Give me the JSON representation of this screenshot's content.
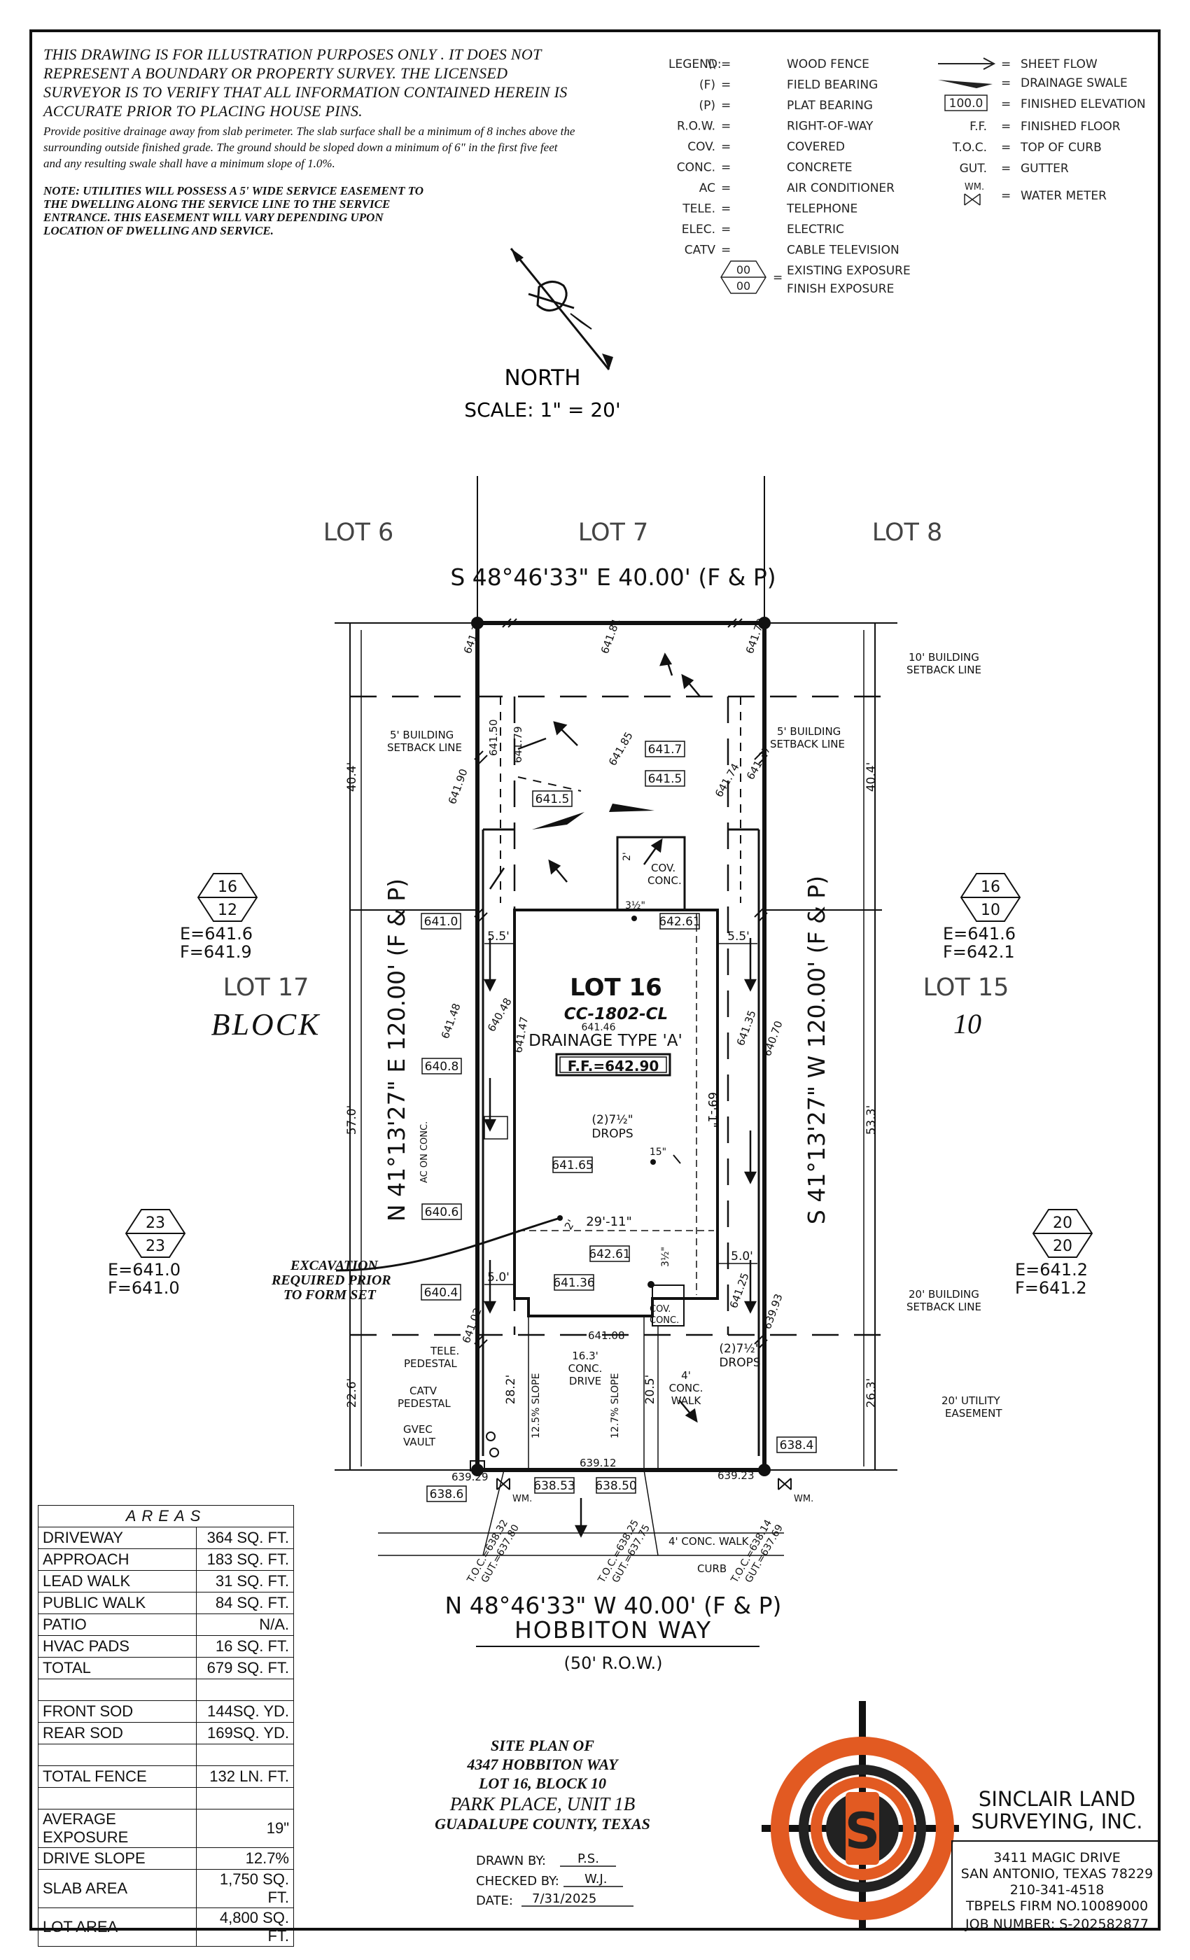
{
  "notes": {
    "disclaimer": "THIS DRAWING IS FOR ILLUSTRATION PURPOSES ONLY . IT DOES NOT REPRESENT A BOUNDARY OR PROPERTY SURVEY. THE LICENSED SURVEYOR IS TO VERIFY THAT ALL INFORMATION CONTAINED HEREIN IS ACCURATE PRIOR TO PLACING HOUSE PINS.",
    "drainage": "Provide positive drainage away from slab perimeter. The slab surface shall be a minimum of 8 inches above the surrounding outside finished grade. The ground should be sloped down a minimum of 6\" in the first five feet and any resulting swale shall have a minimum slope of 1.0%.",
    "utilities": "NOTE: UTILITIES WILL POSSESS A 5' WIDE SERVICE EASEMENT TO THE DWELLING ALONG THE SERVICE LINE TO THE SERVICE ENTRANCE. THIS EASEMENT WILL VARY DEPENDING UPON LOCATION OF DWELLING AND SERVICE."
  },
  "legend": {
    "title": "LEGEND:",
    "left": [
      {
        "sym": "\\\\",
        "text": "WOOD FENCE"
      },
      {
        "sym": "(F)",
        "text": "FIELD BEARING"
      },
      {
        "sym": "(P)",
        "text": "PLAT BEARING"
      },
      {
        "sym": "R.O.W.",
        "text": "RIGHT-OF-WAY"
      },
      {
        "sym": "COV.",
        "text": "COVERED"
      },
      {
        "sym": "CONC.",
        "text": "CONCRETE"
      },
      {
        "sym": "AC",
        "text": "AIR CONDITIONER"
      },
      {
        "sym": "TELE.",
        "text": "TELEPHONE"
      },
      {
        "sym": "ELEC.",
        "text": "ELECTRIC"
      },
      {
        "sym": "CATV",
        "text": "CABLE TELEVISION"
      }
    ],
    "exposure_symbol": [
      "00",
      "00"
    ],
    "exposure_text": [
      "EXISTING EXPOSURE",
      "FINISH EXPOSURE"
    ],
    "right": [
      {
        "sym": "arrow",
        "text": "SHEET FLOW"
      },
      {
        "sym": "swale",
        "text": "DRAINAGE SWALE"
      },
      {
        "sym": "100.0",
        "text": "FINISHED ELEVATION"
      },
      {
        "sym": "F.F.",
        "text": "FINISHED FLOOR"
      },
      {
        "sym": "T.O.C.",
        "text": "TOP OF CURB"
      },
      {
        "sym": "GUT.",
        "text": "GUTTER"
      },
      {
        "sym": "WM.",
        "text": "WATER METER"
      }
    ]
  },
  "north": {
    "label": "NORTH",
    "scale": "SCALE: 1\" = 20'"
  },
  "lots": {
    "lot6": "LOT 6",
    "lot7": "LOT 7",
    "lot8": "LOT 8",
    "lot17": "LOT 17",
    "lot15": "LOT 15",
    "block": "BLOCK",
    "block_num": "10"
  },
  "bearings": {
    "top": "S 48°46'33\" E 40.00' (F & P)",
    "bottom": "N 48°46'33\" W 40.00' (F & P)",
    "left": "N 41°13'27\" E 120.00' (F & P)",
    "right": "S 41°13'27\" W 120.00' (F & P)"
  },
  "street": {
    "name": "HOBBITON WAY",
    "row": "(50' R.O.W.)"
  },
  "house": {
    "lot": "LOT 16",
    "plan": "CC-1802-CL",
    "drainage": "DRAINAGE TYPE 'A'",
    "ff": "F.F.=642.90",
    "elev_inside": "641.46",
    "width": "29'-11\"",
    "depth": "69'-1\"",
    "drops_top": [
      "(2)7½\"",
      "DROPS"
    ],
    "drops_bottom": [
      "(2)7½\"",
      "DROPS"
    ],
    "drop15": "15\""
  },
  "exposures": {
    "left_top": {
      "top": "16",
      "bottom": "12",
      "e": "E=641.6",
      "f": "F=641.9"
    },
    "right_top": {
      "top": "16",
      "bottom": "10",
      "e": "E=641.6",
      "f": "F=642.1"
    },
    "left_bottom": {
      "top": "23",
      "bottom": "23",
      "e": "E=641.0",
      "f": "F=641.0"
    },
    "right_bottom": {
      "top": "20",
      "bottom": "20",
      "e": "E=641.2",
      "f": "F=641.2"
    }
  },
  "labels": {
    "bsl10": [
      "10' BUILDING",
      "SETBACK LINE"
    ],
    "bsl5_left": [
      "5' BUILDING",
      "SETBACK LINE"
    ],
    "bsl5_right": [
      "5' BUILDING",
      "SETBACK LINE"
    ],
    "bsl20": [
      "20' BUILDING",
      "SETBACK LINE"
    ],
    "util": [
      "20' UTILITY",
      "EASEMENT"
    ],
    "excavation": [
      "EXCAVATION",
      "REQUIRED PRIOR",
      "TO FORM SET"
    ],
    "tele": [
      "TELE.",
      "PEDESTAL"
    ],
    "catv": [
      "CATV",
      "PEDESTAL"
    ],
    "gvec": [
      "GVEC",
      "VAULT"
    ],
    "cov_conc": [
      "COV.",
      "CONC."
    ],
    "drive": [
      "16.3'",
      "CONC.",
      "DRIVE"
    ],
    "walk": [
      "4'",
      "CONC.",
      "WALK"
    ],
    "public_walk": "4' CONC. WALK",
    "curb": "CURB",
    "ac_on_conc": "AC ON CONC.",
    "slope_left": "12.5% SLOPE",
    "slope_right": "12.7% SLOPE",
    "wm": "WM.",
    "two_ft": "2'",
    "three_half": "3½\""
  },
  "dims": {
    "left_top": "40.4'",
    "right_top": "40.4'",
    "left_mid": "57.0'",
    "right_mid": "53.3'",
    "left_bottom": "22.6'",
    "right_bottom": "26.3'",
    "side_top_left": "5.5'",
    "side_top_right": "5.5'",
    "side_bot_left": "5.0'",
    "side_bot_right": "5.0'",
    "drive_len": "28.2'",
    "walk_len": "20.5'"
  },
  "elevations": {
    "boxed": [
      "641.7",
      "641.5",
      "641.5",
      "641.0",
      "642.61",
      "640.8",
      "641.65",
      "640.6",
      "642.61",
      "641.36",
      "640.4",
      "638.4",
      "638.6",
      "638.53",
      "638.50"
    ],
    "spots": [
      "641.78",
      "641.81",
      "641.70",
      "641.50",
      "641.79",
      "641.90",
      "641.85",
      "641.74",
      "641.37",
      "641.48",
      "640.48",
      "641.47",
      "641.35",
      "640.70",
      "641.02",
      "641.08",
      "641.25",
      "639.93",
      "639.29",
      "639.12",
      "639.23"
    ],
    "toc": [
      {
        "toc": "T.O.C.=638.32",
        "gut": "GUT.=637.80"
      },
      {
        "toc": "T.O.C.=638.25",
        "gut": "GUT.=637.75"
      },
      {
        "toc": "T.O.C.=638.14",
        "gut": "GUT.=637.69"
      }
    ]
  },
  "areas": {
    "title": "AREAS",
    "rows": [
      {
        "k": "DRIVEWAY",
        "v": "364 SQ. FT."
      },
      {
        "k": "APPROACH",
        "v": "183 SQ. FT."
      },
      {
        "k": "LEAD WALK",
        "v": "31 SQ. FT."
      },
      {
        "k": "PUBLIC WALK",
        "v": "84 SQ. FT."
      },
      {
        "k": "PATIO",
        "v": "N/A."
      },
      {
        "k": "HVAC PADS",
        "v": "16 SQ. FT."
      },
      {
        "k": "TOTAL",
        "v": "679 SQ. FT."
      },
      {
        "k": "",
        "v": ""
      },
      {
        "k": "FRONT SOD",
        "v": "144SQ. YD."
      },
      {
        "k": "REAR SOD",
        "v": "169SQ. YD."
      },
      {
        "k": "",
        "v": ""
      },
      {
        "k": "TOTAL FENCE",
        "v": "132 LN. FT."
      },
      {
        "k": "",
        "v": ""
      },
      {
        "k": "AVERAGE EXPOSURE",
        "v": "19\""
      },
      {
        "k": "DRIVE SLOPE",
        "v": "12.7%"
      },
      {
        "k": "SLAB AREA",
        "v": "1,750 SQ. FT."
      },
      {
        "k": "LOT AREA",
        "v": "4,800 SQ. FT."
      }
    ]
  },
  "title_block": {
    "lines": [
      "SITE PLAN OF",
      "4347 HOBBITON WAY",
      "LOT 16, BLOCK 10",
      "PARK PLACE, UNIT 1B",
      "GUADALUPE COUNTY, TEXAS"
    ],
    "drawn_label": "DRAWN BY:",
    "drawn": "P.S.",
    "checked_label": "CHECKED BY:",
    "checked": "W.J.",
    "date_label": "DATE:",
    "date": "7/31/2025"
  },
  "company": {
    "name1": "SINCLAIR LAND",
    "name2": "SURVEYING, INC.",
    "addr1": "3411 MAGIC DRIVE",
    "addr2": "SAN ANTONIO, TEXAS 78229",
    "phone": "210-341-4518",
    "firm": "TBPELS FIRM NO.10089000",
    "job": "JOB NUMBER:   S-202582877",
    "logo_letter": "S",
    "colors": {
      "orange": "#e25a22",
      "dark": "#222222"
    }
  }
}
